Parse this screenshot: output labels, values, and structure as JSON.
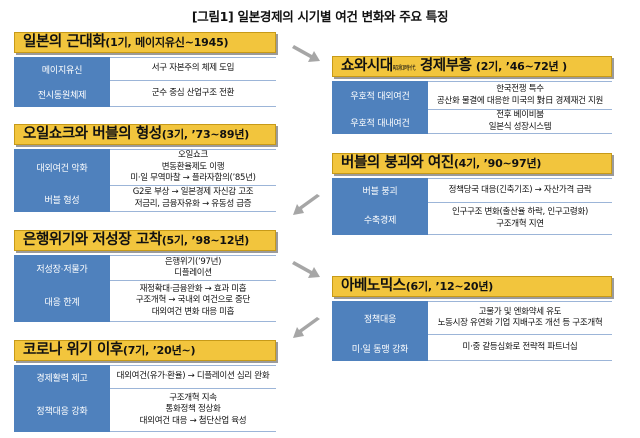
{
  "title": "[그림1] 일본경제의 시기별 여건 변화와 주요 특징",
  "stages": [
    {
      "id": "modern",
      "header_main": "일본의 근대화",
      "header_sub": "(1기, 메이지유신~1945)",
      "rows": [
        {
          "label": "메이지유신",
          "lines": [
            "서구 자본주의 체제 도입"
          ]
        },
        {
          "label": "전시동원체제",
          "lines": [
            "군수 중심 산업구조 전환"
          ]
        }
      ]
    },
    {
      "id": "showa",
      "header_main": "쇼와시대",
      "header_tiny": "昭和時代",
      "header_main2": " 경제부흥",
      "header_sub": "(2기, ’46~72년 )",
      "rows": [
        {
          "label": "우호적 대외여건",
          "lines": [
            "한국전쟁 특수",
            "공산화 물결에 대응한 미국의 對日 경제재건 지원"
          ]
        },
        {
          "label": "우호적 대내여건",
          "lines": [
            "전후 베이비붐",
            "일본식 성장시스템"
          ]
        }
      ]
    },
    {
      "id": "oilshock",
      "header_main": "오일쇼크와 버블의 형성",
      "header_sub": "(3기, ’73~89년)",
      "rows": [
        {
          "label": "대외여건 악화",
          "lines": [
            "오일쇼크",
            "변동환율제도 이행",
            "미·일 무역마찰 → 플라자합의(’85년)"
          ]
        },
        {
          "label": "버블 형성",
          "lines": [
            "G2로 부상 → 일본경제 자신감 고조",
            "저금리, 금융자유화 → 유동성 급증"
          ]
        }
      ]
    },
    {
      "id": "bubble",
      "header_main": "버블의 붕괴와 여진",
      "header_sub": "(4기, ’90~97년)",
      "rows": [
        {
          "label": "버블 붕괴",
          "lines": [
            "정책당국 대응(긴축기조) → 자산가격 급락"
          ]
        },
        {
          "label": "수축경제",
          "lines": [
            "인구구조 변화(출산율 하락, 인구고령화)",
            "구조개혁 지연"
          ]
        }
      ]
    },
    {
      "id": "bank",
      "header_main": "은행위기와 저성장 고착",
      "header_sub": "(5기, ’98~12년)",
      "rows": [
        {
          "label": "저성장·저물가",
          "lines": [
            "은행위기(’97년)",
            "디플레이션"
          ]
        },
        {
          "label": "대응 한계",
          "lines": [
            "재정확대·금융완화 → 효과 미흡",
            "구조개혁 → 국내외 여건으로 중단",
            "대외여건 변화 대응 미흡"
          ]
        }
      ]
    },
    {
      "id": "abe",
      "header_main": "아베노믹스",
      "header_sub": "(6기, ’12~20년)",
      "rows": [
        {
          "label": "정책대응",
          "lines": [
            "고물가 및 엔화약세 유도",
            "노동시장 유연화 기업 지배구조 개선 등 구조개혁"
          ]
        },
        {
          "label": "미·일 동맹 강화",
          "lines": [
            "미·중 갈등심화로 전략적 파트너십"
          ]
        }
      ]
    },
    {
      "id": "corona",
      "header_main": "코로나 위기 이후",
      "header_sub": "(7기, ’20년~)",
      "rows": [
        {
          "label": "경제활력 제고",
          "lines": [
            "대외여건(유가·환율) → 디플레이션 심리 완화"
          ]
        },
        {
          "label": "정책대응 강화",
          "lines": [
            "구조개혁 지속",
            "통화정책 정상화",
            "대외여건 대응 → 첨단산업 육성"
          ]
        }
      ]
    }
  ],
  "colors": {
    "header": "#f2c53d",
    "label": "#4f81bd",
    "arrow": "#a6a6a6"
  }
}
